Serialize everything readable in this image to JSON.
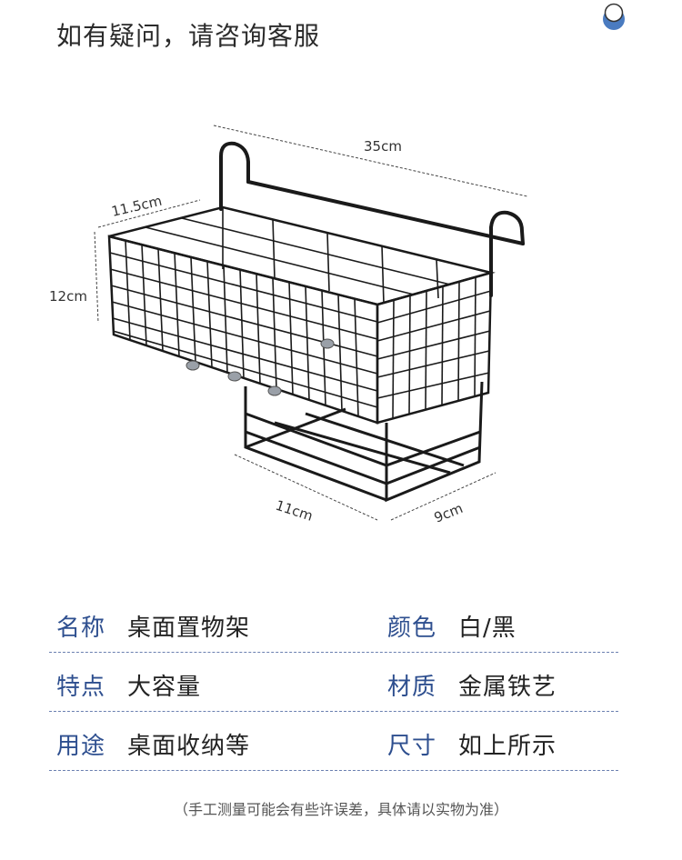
{
  "header": {
    "title": "如有疑问，请咨询客服"
  },
  "badge": {
    "icon": "circle-badge-icon",
    "accent": "#4a7bc0"
  },
  "figure": {
    "dimensions": {
      "length": "35cm",
      "width": "11.5cm",
      "height": "12cm",
      "lower_width": "11cm",
      "lower_depth": "9cm"
    }
  },
  "specs": [
    {
      "key1": "名称",
      "val1": "桌面置物架",
      "key2": "颜色",
      "val2": "白/黑"
    },
    {
      "key1": "特点",
      "val1": "大容量",
      "key2": "材质",
      "val2": "金属铁艺"
    },
    {
      "key1": "用途",
      "val1": "桌面收纳等",
      "key2": "尺寸",
      "val2": "如上所示"
    }
  ],
  "footnote": "（手工测量可能会有些许误差，具体请以实物为准）",
  "colors": {
    "key_text": "#2e4f8f",
    "divider": "#6a7fb0",
    "wire": "#1a1a1a"
  }
}
